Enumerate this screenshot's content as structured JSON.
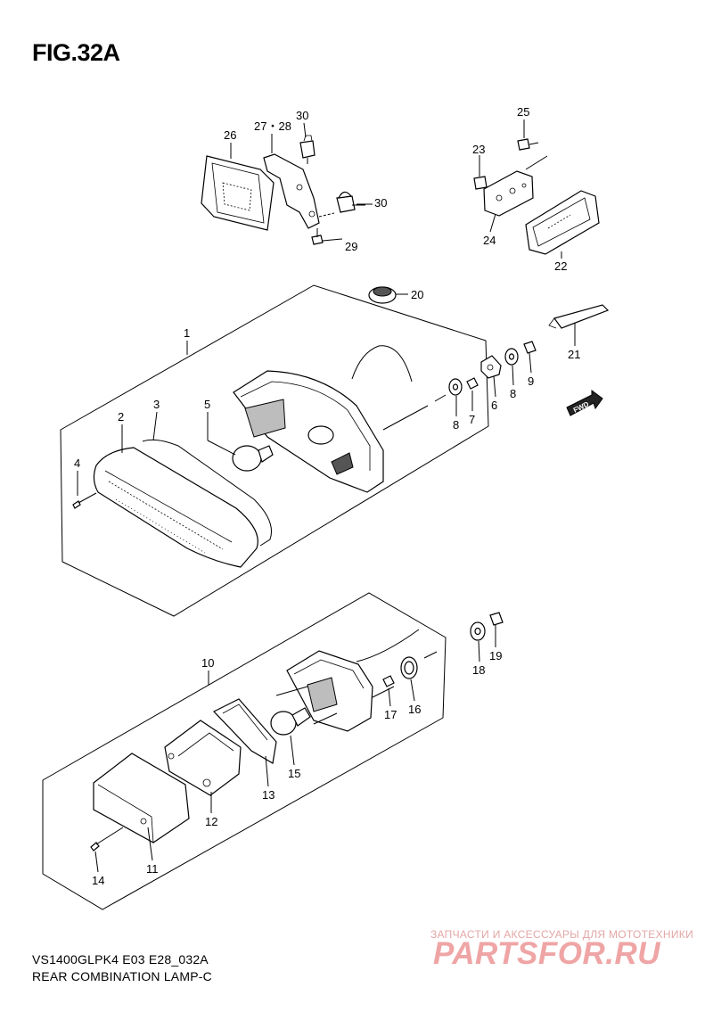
{
  "figure": {
    "title": "FIG.32A",
    "model_line": "VS1400GLPK4 E03 E28_032A",
    "section_line": "REAR COMBINATION LAMP-C"
  },
  "watermark": {
    "tagline": "ЗАПЧАСТИ И АКСЕССУАРЫ ДЛЯ МОТОТЕХНИКИ",
    "logo_text": "PARTSFOR.RU"
  },
  "direction_badge": "FWD",
  "callouts": {
    "c1": "1",
    "c2": "2",
    "c3": "3",
    "c4": "4",
    "c5": "5",
    "c6": "6",
    "c7": "7",
    "c8a": "8",
    "c8b": "8",
    "c9": "9",
    "c10": "10",
    "c11": "11",
    "c12": "12",
    "c13": "13",
    "c14": "14",
    "c15": "15",
    "c16": "16",
    "c17": "17",
    "c18": "18",
    "c19": "19",
    "c20": "20",
    "c21": "21",
    "c22": "22",
    "c23": "23",
    "c24": "24",
    "c25": "25",
    "c26": "26",
    "c2728": "27・28",
    "c29": "29",
    "c30a": "30",
    "c30b": "30"
  }
}
